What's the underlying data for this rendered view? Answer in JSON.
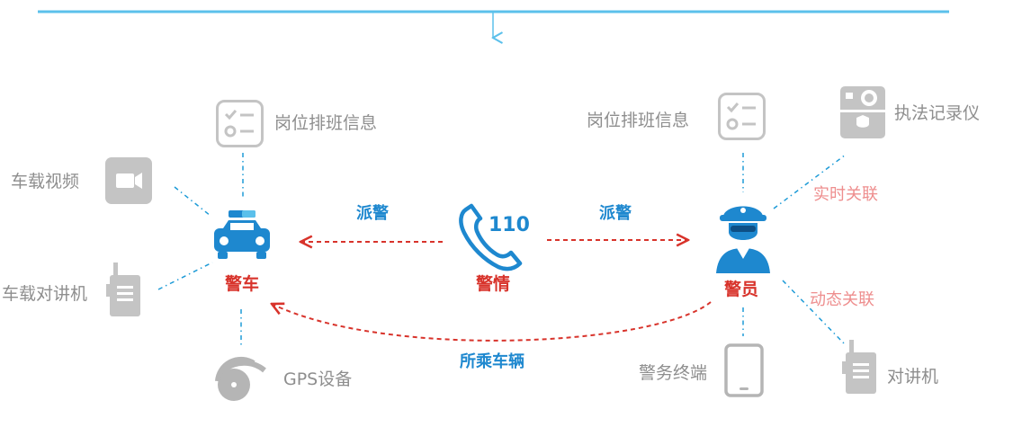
{
  "nodes": {
    "car": "警车",
    "alarm": "警情",
    "officer": "警员",
    "hotline": "110"
  },
  "left": {
    "schedule": "岗位排班信息",
    "video": "车载视频",
    "radio": "车载对讲机",
    "gps": "GPS设备"
  },
  "right": {
    "schedule": "岗位排班信息",
    "recorder": "执法记录仪",
    "terminal": "警务终端",
    "radio": "对讲机"
  },
  "links": {
    "dispatch_left": "派警",
    "dispatch_right": "派警",
    "vehicle": "所乘车辆",
    "realtime": "实时关联",
    "dynamic": "动态关联"
  },
  "colors": {
    "blue": "#1e88cf",
    "red": "#d8332b",
    "gray": "#b5b5b5",
    "pink": "#ee8e8e",
    "topbar": "#5bc0eb"
  }
}
